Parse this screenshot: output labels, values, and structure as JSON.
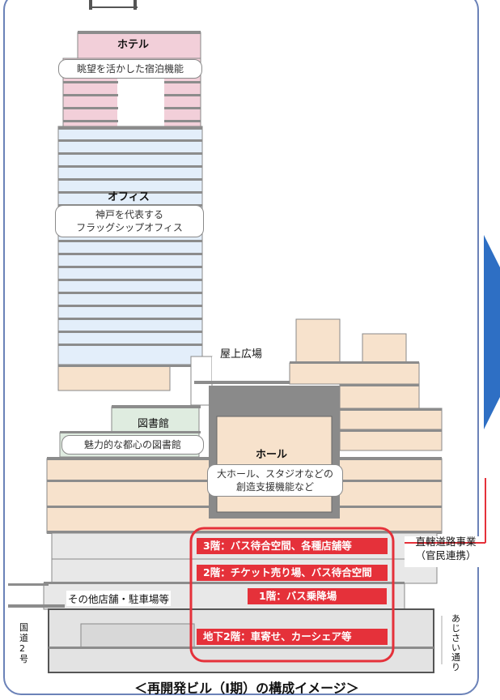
{
  "labels": {
    "hotel": "ホテル",
    "hotel_desc": "眺望を活かした宿泊機能",
    "office": "オフィス",
    "office_desc_1": "神戸を代表する",
    "office_desc_2": "フラッグシップオフィス",
    "rooftop": "屋上広場",
    "library": "図書館",
    "library_desc": "魅力的な都心の図書館",
    "hall": "ホール",
    "hall_desc_1": "大ホール、スタジオなどの",
    "hall_desc_2": "創造支援機能など",
    "floor_3": "3階：バス待合空間、各種店舗等",
    "floor_2": "2階：チケット売り場、バス待合空間",
    "floor_1": "1階：バス乗降場",
    "floor_b2": "地下2階：車寄せ、カーシェア等",
    "road_project_1": "直轄道路事業",
    "road_project_2": "（官民連携）",
    "other_shops": "その他店舗・駐車場等",
    "route2": "国道2号",
    "ajisai": "あじさい通り",
    "caption": "＜再開発ビル（Ⅰ期）の構成イメージ＞"
  },
  "colors": {
    "hotel_pink": "#f2cfd9",
    "office_blue": "#e3eefa",
    "tan": "#f7e2cc",
    "library_green": "#dfece0",
    "slab_gray": "#8c8c8c",
    "hall_dark": "#8a8a8a",
    "accent_red": "#e5313a",
    "arrow_blue": "#2e6fc4",
    "frame_blue": "#6b82b8"
  }
}
